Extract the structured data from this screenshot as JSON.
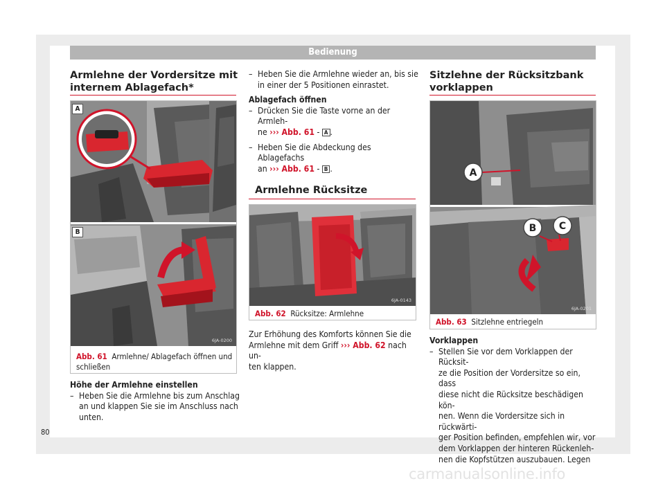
{
  "header": {
    "title": "Bedienung"
  },
  "left": {
    "title_line1": "Armlehne der Vordersitze mit",
    "title_line2": "internem Ablagefach*",
    "figure": {
      "code": "6JA-0200",
      "panel_a": "A",
      "panel_b": "B",
      "caption_num": "Abb. 61",
      "caption_line1": "Armlehne/ Ablagefach öffnen und",
      "caption_line2": "schließen"
    },
    "subheading": "Höhe der Armlehne einstellen",
    "bullet1_dash": "–",
    "bullet1_lines": [
      "Heben Sie die Armlehne bis zum Anschlag",
      "an und klappen Sie sie im Anschluss nach",
      "unten."
    ]
  },
  "middle": {
    "bullet1_dash": "–",
    "bullet1_lines": [
      "Heben Sie die Armlehne wieder an, bis sie",
      "in einer der 5 Positionen einrastet."
    ],
    "subheading": "Ablagefach öffnen",
    "bullet2_dash": "–",
    "bullet2_line1": "Drücken Sie die Taste vorne an der Armleh-",
    "bullet2_line2_pre": "ne",
    "bullet2_ref": "››› Abb. 61",
    "bullet2_sep": "-",
    "bullet2_key": "A",
    "bullet2_end": ".",
    "bullet3_dash": "–",
    "bullet3_line1": "Heben Sie die Abdeckung des Ablagefachs",
    "bullet3_line2_pre": "an",
    "bullet3_ref": "››› Abb. 61",
    "bullet3_sep": "-",
    "bullet3_key": "B",
    "bullet3_end": ".",
    "section_title": "Armlehne Rücksitze",
    "figure": {
      "code": "6JA-0143",
      "caption_num": "Abb. 62",
      "caption_text": "Rücksitze: Armlehne"
    },
    "para_line1": "Zur Erhöhung des Komforts können Sie die",
    "para_line2_pre": "Armlehne mit dem Griff",
    "para_ref": "››› Abb. 62",
    "para_line2_post": "nach un-",
    "para_line3": "ten klappen."
  },
  "right": {
    "title_line1": "Sitzlehne der Rücksitzbank",
    "title_line2": "vorklappen",
    "figure": {
      "code": "6JA-0201",
      "label_a": "A",
      "label_b": "B",
      "label_c": "C",
      "caption_num": "Abb. 63",
      "caption_text": "Sitzlehne entriegeln"
    },
    "subheading": "Vorklappen",
    "bullet1_dash": "–",
    "bullet1_lines": [
      "Stellen Sie vor dem Vorklappen der Rücksit-",
      "ze die Position der Vordersitze so ein, dass",
      "diese nicht die Rücksitze beschädigen kön-",
      "nen. Wenn die Vordersitze sich in rückwärti-",
      "ger Position befinden, empfehlen wir, vor",
      "dem Vorklappen der hinteren Rückenleh-",
      "nen die Kopfstützen auszubauen. Legen"
    ]
  },
  "page_number": "80",
  "watermark": "carmanualsonline.info",
  "colors": {
    "accent": "#d0142a",
    "header_bar": "#b4b4b4",
    "page_bg": "#ececec"
  }
}
